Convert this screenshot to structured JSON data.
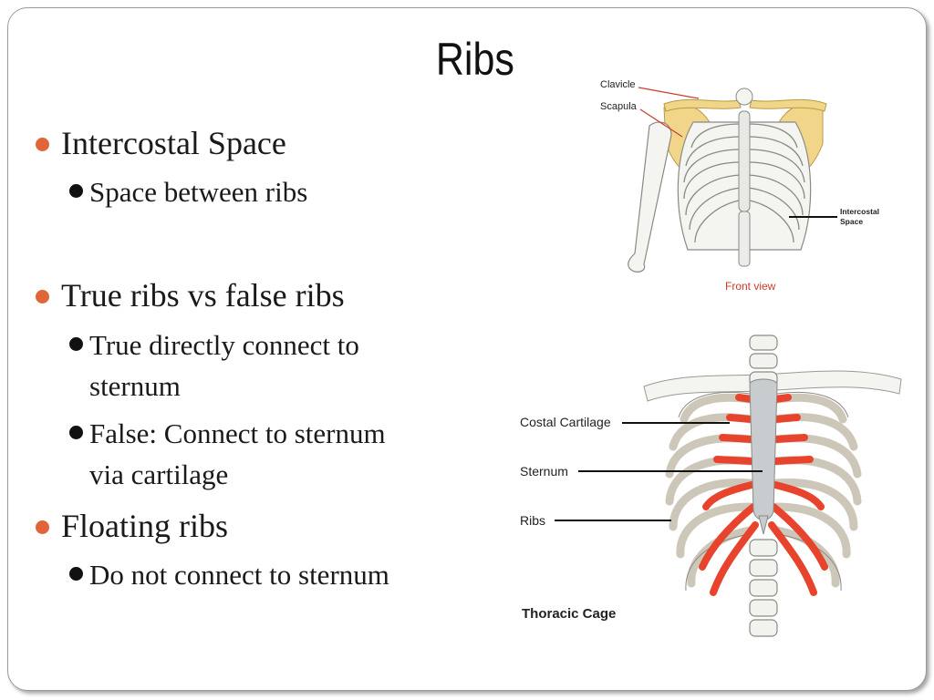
{
  "slide": {
    "title": "Ribs",
    "bullets": [
      {
        "text": "Intercostal Space",
        "sub": [
          "Space between ribs"
        ]
      },
      {
        "text": "True ribs vs false ribs",
        "sub": [
          "True directly connect to sternum",
          "False: Connect to sternum via cartilage"
        ]
      },
      {
        "text": "Floating ribs",
        "sub": [
          "Do not connect to sternum"
        ]
      }
    ],
    "lines": {
      "b1": "Intercostal Space",
      "b1s1": "Space between ribs",
      "b2": "True ribs vs false ribs",
      "b2s1a": "True directly connect to",
      "b2s1b": "sternum",
      "b2s2a": "False: Connect to sternum",
      "b2s2b": "via cartilage",
      "b3": "Floating ribs",
      "b3s1": "Do not connect to sternum"
    }
  },
  "figure_top": {
    "labels": {
      "clavicle": "Clavicle",
      "scapula": "Scapula",
      "intercostal_1": "Intercostal",
      "intercostal_2": "Space"
    },
    "caption": "Front view"
  },
  "figure_bottom": {
    "labels": {
      "costal_cartilage": "Costal Cartilage",
      "sternum": "Sternum",
      "ribs": "Ribs"
    },
    "caption": "Thoracic Cage"
  },
  "colors": {
    "accent_bullet": "#e0663a",
    "bone": "#f4f4f0",
    "bone_outline": "#8a8a84",
    "scapula": "#f1d68a",
    "cartilage": "#e8432d",
    "sternum": "#c9ccce"
  }
}
